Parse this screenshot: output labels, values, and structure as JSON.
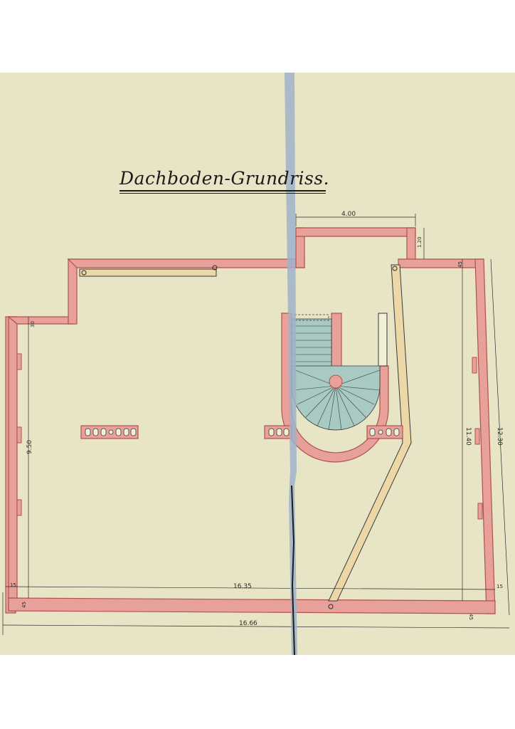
{
  "drawing": {
    "title": "Dachboden-Grundriss."
  },
  "dimensions": {
    "top_width": "4.00",
    "small_vertical": "1.20",
    "right_top": "45",
    "left_top": "30",
    "left_height": "9.50",
    "inner_height": "11.40",
    "outer_height": "12.30",
    "inner_width": "16.35",
    "outer_width": "16.66",
    "left_small": "15",
    "left_bottom": "45",
    "right_small": "15",
    "right_bottom": "45"
  },
  "colors": {
    "paper": "#e8e4c6",
    "wall_fill": "#e8a09a",
    "wall_stroke": "#b0524c",
    "stair_fill": "#a9c9c3",
    "beam_fill": "#ecd8a6",
    "crease": "#9fb3c9"
  }
}
